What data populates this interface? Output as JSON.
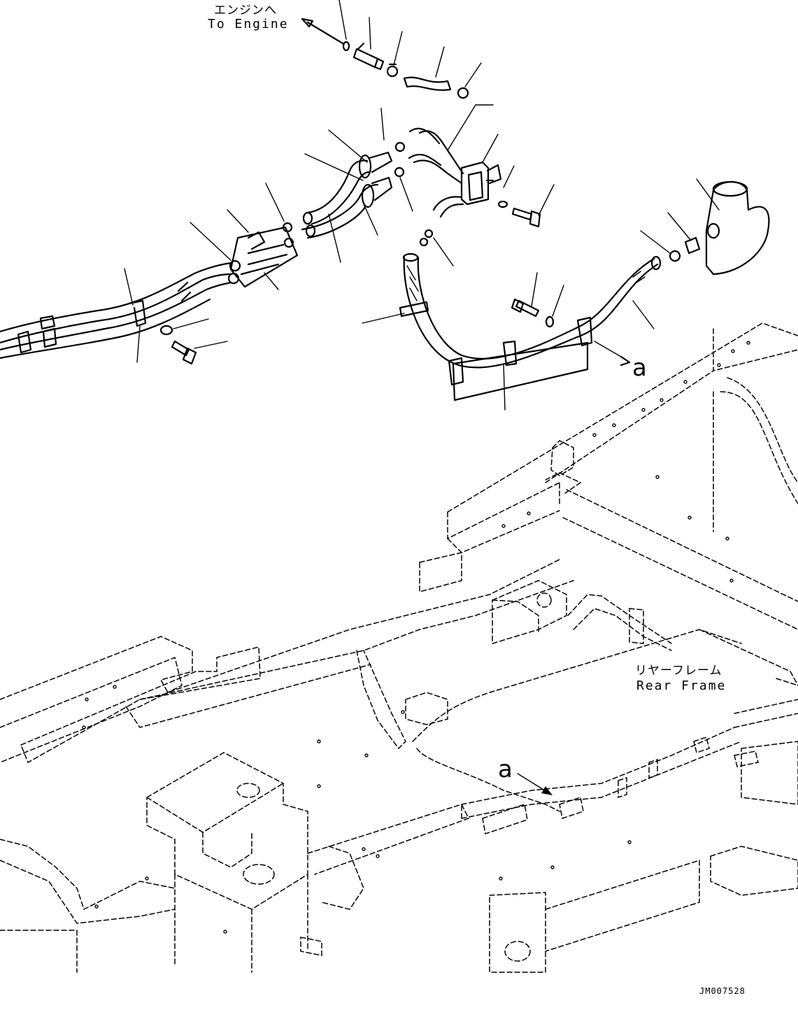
{
  "labels": {
    "to_engine_jp": "エンジンへ",
    "to_engine_en": "To Engine",
    "rear_frame_jp": "リヤーフレーム",
    "rear_frame_en": "Rear Frame",
    "ref_a_upper": "a",
    "ref_a_lower": "a",
    "drawing_number": "JM007528"
  }
}
